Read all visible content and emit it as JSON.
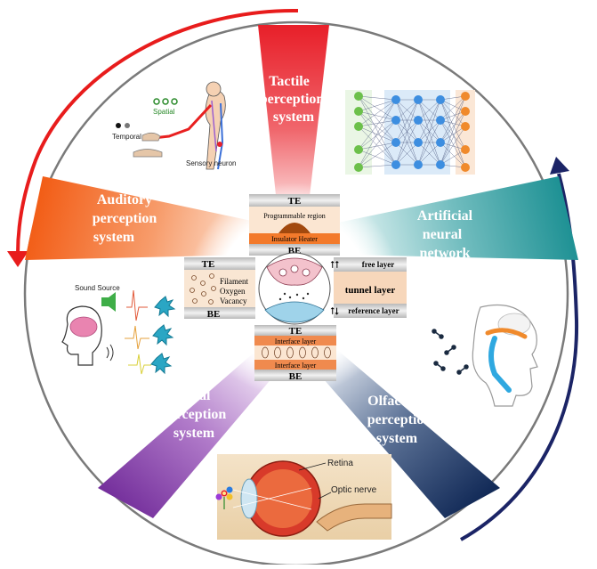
{
  "rays": {
    "tactile": {
      "line1": "Tactile",
      "line2": "perception",
      "line3": "system"
    },
    "ann": {
      "line1": "Artificial",
      "line2": "neural",
      "line3": "network"
    },
    "olfactory": {
      "line1": "Olfactory",
      "line2": "perception",
      "line3": "system"
    },
    "visual": {
      "line1": "Visual",
      "line2": "perception",
      "line3": "system"
    },
    "auditory": {
      "line1": "Auditory",
      "line2": "perception",
      "line3": "system"
    }
  },
  "devices": {
    "top": {
      "te": "TE",
      "region": "Programmable region",
      "heater": "Insulator Heater",
      "be": "BE"
    },
    "left": {
      "te": "TE",
      "filament": "Filament",
      "oxygen": "Oxygen",
      "vacancy": "Vacancy",
      "be": "BE"
    },
    "right": {
      "free": "free layer",
      "tunnel": "tunnel layer",
      "reference": "reference layer"
    },
    "bottom": {
      "te": "TE",
      "interface1": "Interface layer",
      "interface2": "Interface layer",
      "be": "BE"
    }
  },
  "tactile_panel": {
    "spatial": "Spatial",
    "temporal": "Temporal",
    "neuron": "Sensory neuron"
  },
  "auditory_panel": {
    "sound": "Sound Source"
  },
  "visual_panel": {
    "retina": "Retina",
    "optic": "Optic nerve"
  },
  "colors": {
    "tactile": "#e8202a",
    "ann": "#1a8f92",
    "olfactory": "#14305e",
    "visual": "#7b2ea3",
    "auditory": "#f2621c",
    "arrow_red": "#e81c1c",
    "arrow_navy": "#1b2466"
  }
}
